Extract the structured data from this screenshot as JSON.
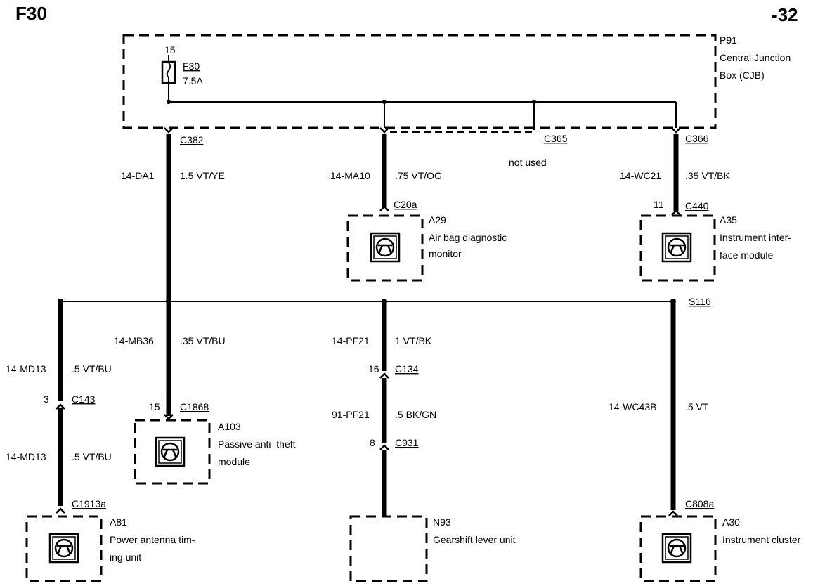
{
  "header": {
    "left": "F30",
    "right": "-32"
  },
  "cjb": {
    "id": "P91",
    "name_line1": "Central Junction",
    "name_line2": "Box (CJB)"
  },
  "fuse": {
    "pin": "15",
    "id": "F30",
    "rating": "7.5A"
  },
  "connectors": {
    "c382": "C382",
    "c365": "C365",
    "c366": "C366",
    "c20a": "C20a",
    "c440": "C440",
    "c440_pin": "11",
    "s116": "S116",
    "c143": "C143",
    "c143_pin": "3",
    "c1868": "C1868",
    "c1868_pin": "15",
    "c134": "C134",
    "c134_pin": "16",
    "c931": "C931",
    "c931_pin": "8",
    "c1913a": "C1913a",
    "c808a": "C808a"
  },
  "note_not_used": "not used",
  "wires": {
    "da1": {
      "circuit": "14-DA1",
      "spec": "1.5 VT/YE"
    },
    "ma10": {
      "circuit": "14-MA10",
      "spec": ".75 VT/OG"
    },
    "wc21": {
      "circuit": "14-WC21",
      "spec": ".35 VT/BK"
    },
    "mb36": {
      "circuit": "14-MB36",
      "spec": ".35 VT/BU"
    },
    "pf21": {
      "circuit": "14-PF21",
      "spec": "1 VT/BK"
    },
    "md13a": {
      "circuit": "14-MD13",
      "spec": ".5 VT/BU"
    },
    "md13b": {
      "circuit": "14-MD13",
      "spec": ".5 VT/BU"
    },
    "pf21b": {
      "circuit": "91-PF21",
      "spec": ".5 BK/GN"
    },
    "wc43b": {
      "circuit": "14-WC43B",
      "spec": ".5 VT"
    }
  },
  "modules": {
    "a29": {
      "id": "A29",
      "line1": "Air bag diagnostic",
      "line2": "monitor"
    },
    "a35": {
      "id": "A35",
      "line1": "Instrument inter-",
      "line2": "face module"
    },
    "a103": {
      "id": "A103",
      "line1": "Passive anti–theft",
      "line2": "module"
    },
    "a81": {
      "id": "A81",
      "line1": "Power antenna tim-",
      "line2": "ing unit"
    },
    "n93": {
      "id": "N93",
      "line1": "Gearshift lever unit"
    },
    "a30": {
      "id": "A30",
      "line1": "Instrument cluster"
    }
  },
  "icons": [
    "steering-wheel-icon",
    "fuse-icon"
  ]
}
